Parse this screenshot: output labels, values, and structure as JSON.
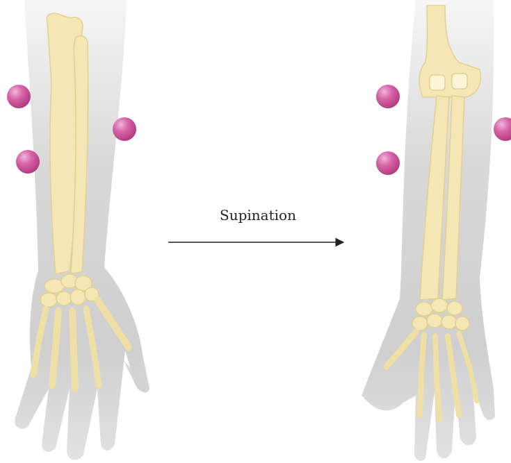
{
  "arrow": {
    "label": "Supination"
  },
  "colors": {
    "bone": "#f4e7b5",
    "bone_shade": "#e3d08f",
    "skin_top": "#efefef",
    "skin_mid": "#d6d6d6",
    "skin_dark": "#b8b8b8",
    "marker": "#cc4f98",
    "marker_highlight": "#f0b7d9",
    "arrow": "#222222"
  },
  "figures": [
    {
      "name": "forearm-pronated",
      "markers": 3
    },
    {
      "name": "forearm-supinated",
      "markers": 3
    }
  ]
}
